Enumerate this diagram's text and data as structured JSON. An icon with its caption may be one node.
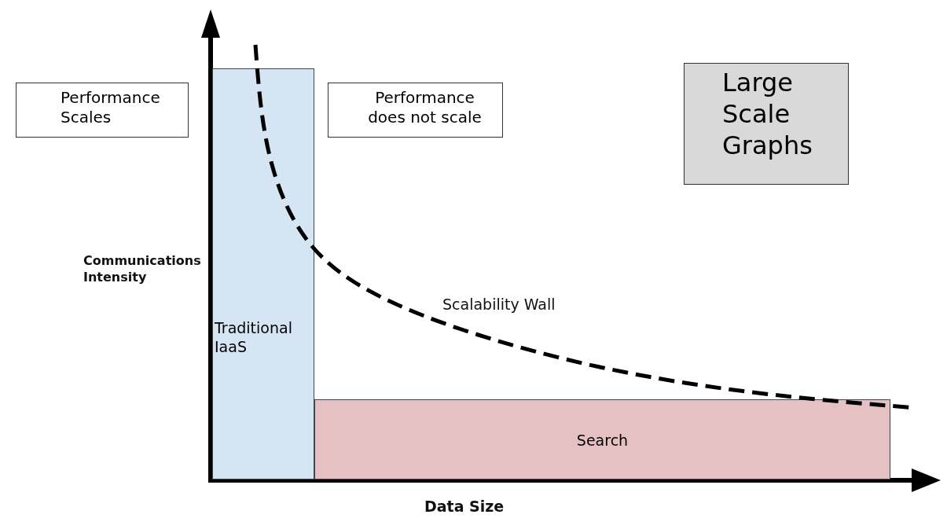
{
  "diagram": {
    "nodes": [
      {
        "text": [
          "Performance Scales"
        ]
      },
      {
        "text": [
          "Performance does not scale"
        ]
      },
      {
        "text": [
          "Large Scale Graphs"
        ]
      },
      {
        "text": [
          "Traditional IaaS"
        ]
      },
      {
        "text": [
          "Search"
        ]
      }
    ],
    "labels": [
      "Communications Intensity",
      "Scalability Wall",
      "Data Size"
    ]
  }
}
